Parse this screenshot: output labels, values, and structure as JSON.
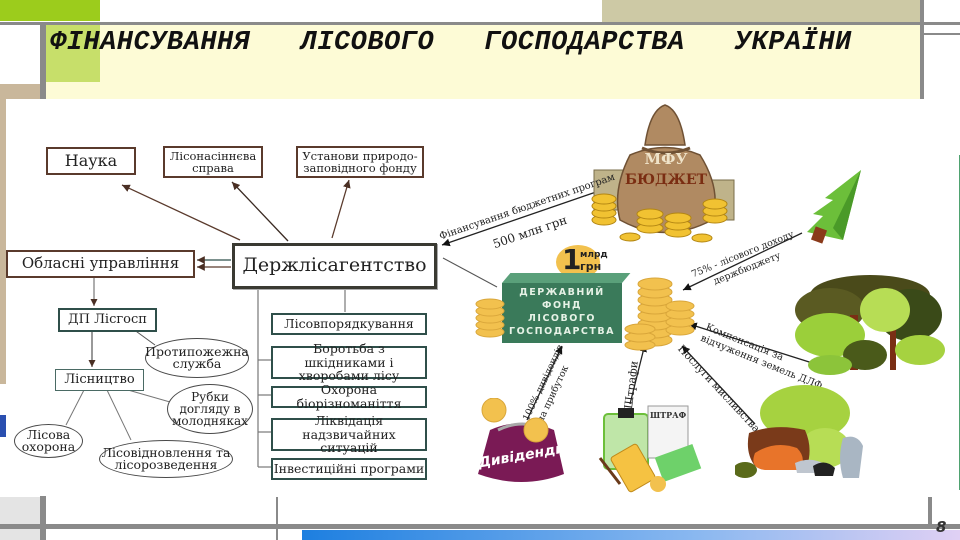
{
  "slide": {
    "title": "ФІНАНСУВАННЯ   ЛІСОВОГО   ГОСПОДАРСТВА   УКРАЇНИ",
    "page_number": "8"
  },
  "org_chart": {
    "center": "Держлісагентство",
    "top_boxes": [
      "Наука",
      "Лісонасіннєва справа",
      "Установи природо-заповідного фонду"
    ],
    "regional": "Обласні  управління",
    "enterprise": "ДП Лісгосп",
    "forestry": "Лісництво",
    "ellipses": {
      "fire": "Протипожежна служба",
      "thinning": "Рубки догляду в молодняках",
      "guard": "Лісова охорона",
      "restoration": "Лісовідновлення  та лісорозведення"
    },
    "functions": [
      "Лісовпорядкування",
      "Боротьба з шкідниками і хворобами лісу",
      "Охорона біорізноманіття",
      "Ліквідація надзвичайних ситуацій",
      "Інвестиційні   програми"
    ]
  },
  "fund": {
    "label_lines": [
      "ДЕРЖАВНИЙ",
      "ФОНД",
      "ЛІСОВОГО",
      "ГОСПОДАРСТВА"
    ],
    "amount_big": "1",
    "amount_unit_top": "млрд",
    "amount_unit_bottom": "грн"
  },
  "budget": {
    "bag_top": "МФУ",
    "bag_bottom": "БЮДЖЕТ",
    "flow_line1": "Фінансування бюджетних програм",
    "flow_line2": "500 млн грн"
  },
  "sources": {
    "income_line1": "75% - лісового доходу",
    "income_line2": "держбюджету",
    "compensation_line1": "Компенсація за",
    "compensation_line2": "відчуження земель ДЛФ",
    "hunting": "Послуги мисливства",
    "fines": "Штрафи",
    "fine_doc": "ШТРАФ",
    "dividends_line1": "100% дивідендів",
    "dividends_line2": "на прибуток",
    "wallet_label": "Дивіденди"
  },
  "colors": {
    "accent_green": "#9ccc1c",
    "title_bg": "#fdfbd6",
    "fund_green": "#3a7a5a",
    "coin_gold": "#f2c14e",
    "box_border": "#5a3a2c",
    "wallet": "#7a1a55"
  }
}
